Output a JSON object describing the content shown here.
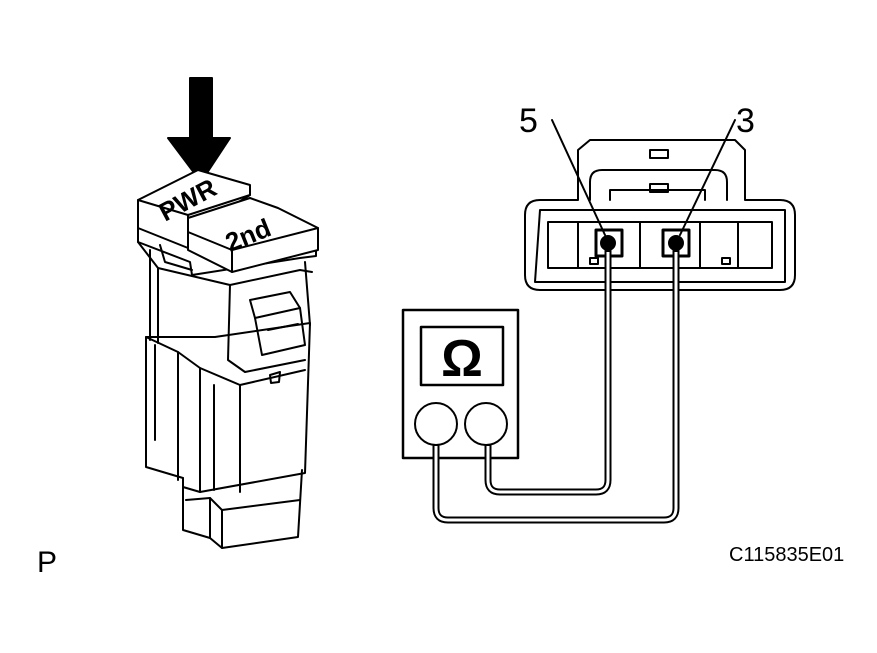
{
  "switch": {
    "button_left": "PWR",
    "button_right": "2nd"
  },
  "connector": {
    "terminal_left": "5",
    "terminal_right": "3"
  },
  "meter": {
    "symbol": "Ω"
  },
  "view_label": "P",
  "figure_code": "C115835E01",
  "colors": {
    "line": "#000000",
    "background": "#ffffff"
  }
}
